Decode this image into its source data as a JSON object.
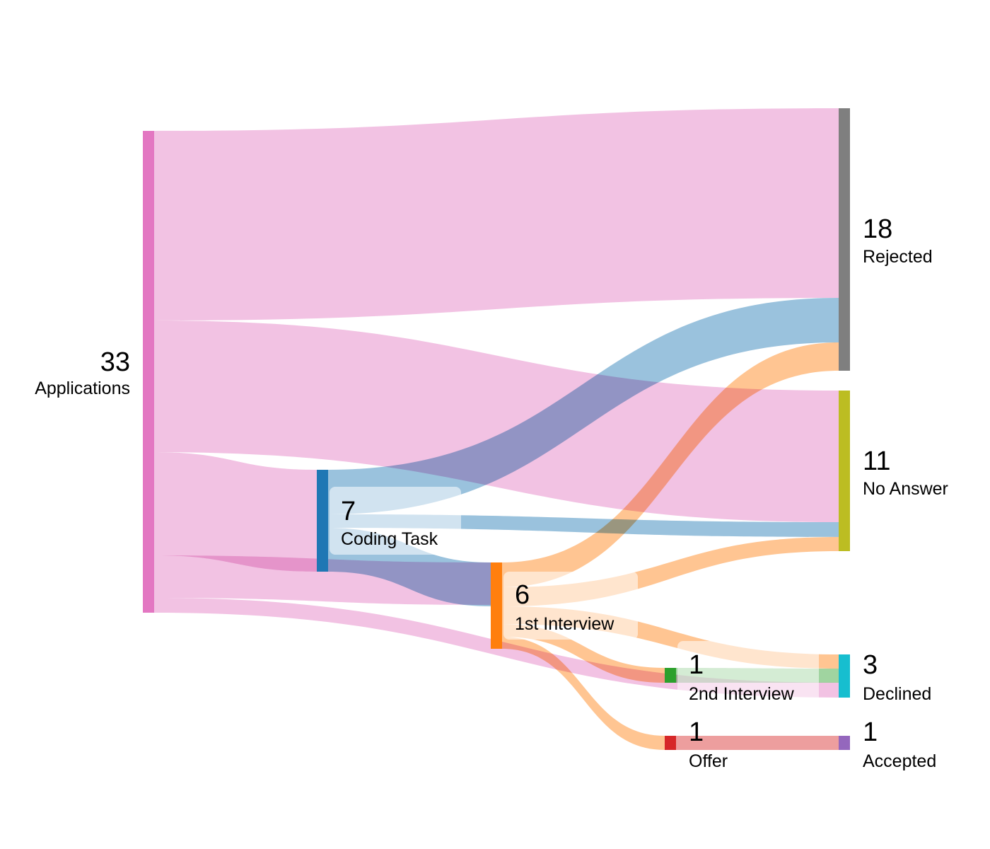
{
  "diagram": {
    "type": "sankey",
    "nodes": [
      {
        "id": "applications",
        "name": "Applications",
        "value": "33",
        "color": "#e377c2"
      },
      {
        "id": "coding_task",
        "name": "Coding Task",
        "value": "7",
        "color": "#1f77b4"
      },
      {
        "id": "first_interview",
        "name": "1st Interview",
        "value": "6",
        "color": "#ff7f0e"
      },
      {
        "id": "second_interview",
        "name": "2nd Interview",
        "value": "1",
        "color": "#2ca02c"
      },
      {
        "id": "offer",
        "name": "Offer",
        "value": "1",
        "color": "#d62728"
      },
      {
        "id": "rejected",
        "name": "Rejected",
        "value": "18",
        "color": "#7f7f7f"
      },
      {
        "id": "no_answer",
        "name": "No Answer",
        "value": "11",
        "color": "#bcbd22"
      },
      {
        "id": "declined",
        "name": "Declined",
        "value": "3",
        "color": "#17becf"
      },
      {
        "id": "accepted",
        "name": "Accepted",
        "value": "1",
        "color": "#9467bd"
      }
    ],
    "links": [
      {
        "source": "applications",
        "target": "rejected",
        "value": 14
      },
      {
        "source": "applications",
        "target": "no_answer",
        "value": 10
      },
      {
        "source": "applications",
        "target": "coding_task",
        "value": 7
      },
      {
        "source": "applications",
        "target": "first_interview",
        "value": 4
      },
      {
        "source": "applications",
        "target": "declined",
        "value": 1
      },
      {
        "source": "coding_task",
        "target": "rejected",
        "value": 6
      },
      {
        "source": "coding_task",
        "target": "no_answer",
        "value": 1
      },
      {
        "source": "coding_task",
        "target": "first_interview",
        "value": 4
      },
      {
        "source": "first_interview",
        "target": "rejected",
        "value": 2
      },
      {
        "source": "first_interview",
        "target": "no_answer",
        "value": 1
      },
      {
        "source": "first_interview",
        "target": "declined",
        "value": 1
      },
      {
        "source": "first_interview",
        "target": "second_interview",
        "value": 1
      },
      {
        "source": "first_interview",
        "target": "offer",
        "value": 1
      },
      {
        "source": "second_interview",
        "target": "declined",
        "value": 1
      },
      {
        "source": "offer",
        "target": "accepted",
        "value": 1
      }
    ]
  }
}
